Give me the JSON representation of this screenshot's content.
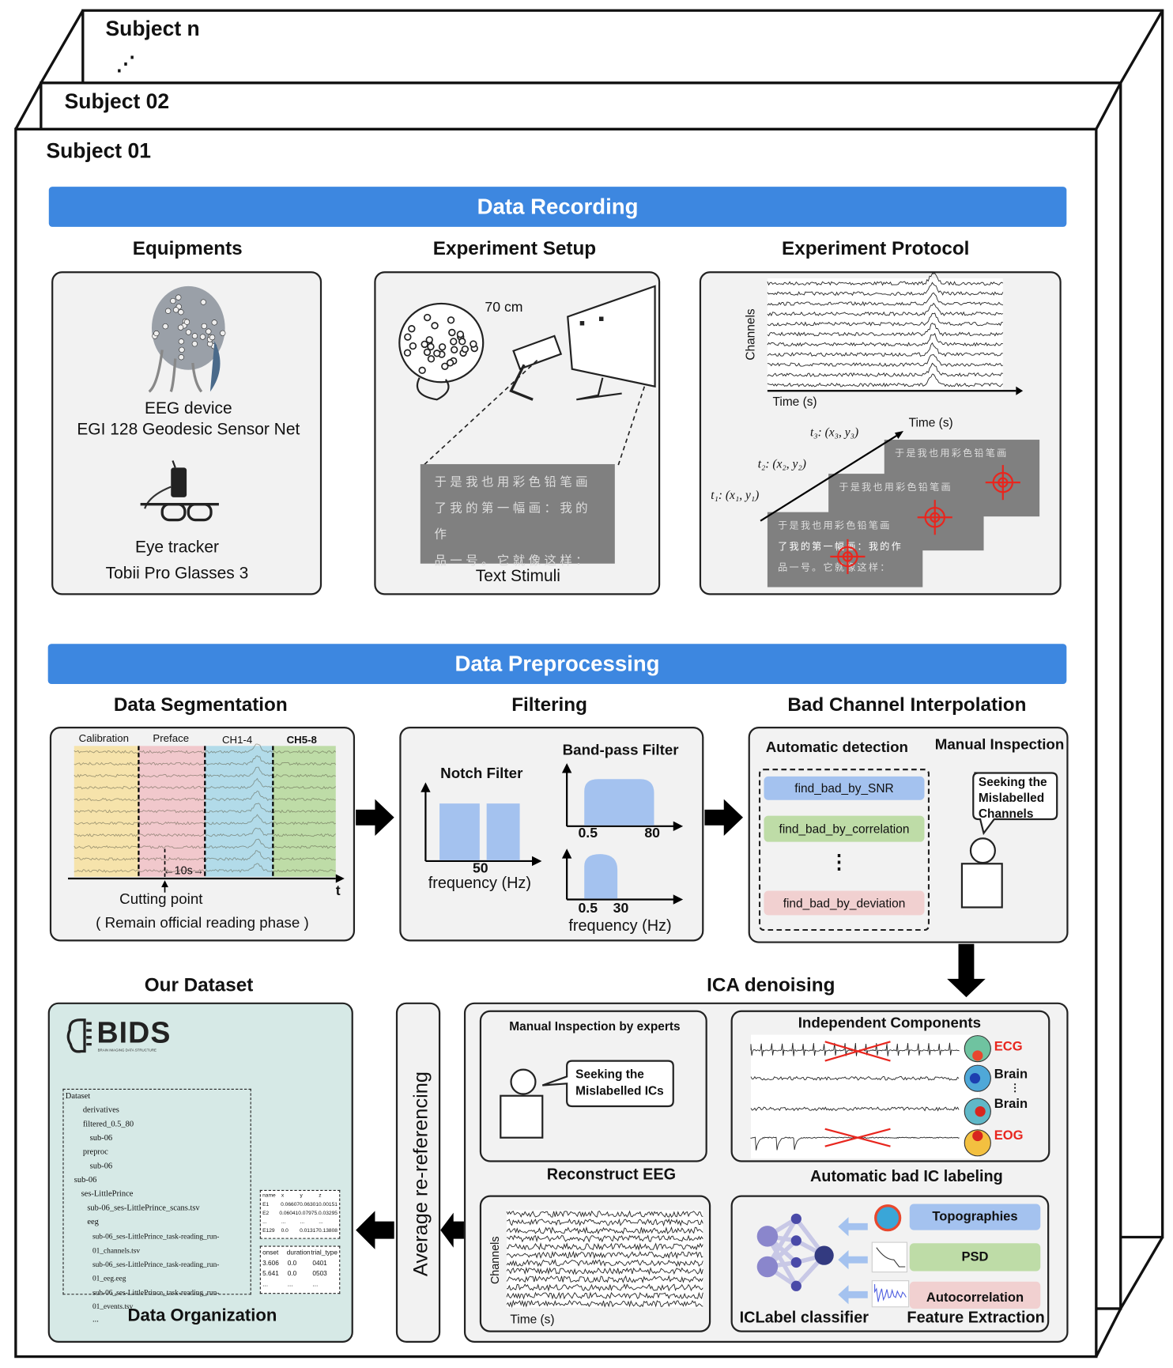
{
  "subjects": {
    "n": "Subject n",
    "dots": "⋰",
    "s02": "Subject 02",
    "s01": "Subject 01"
  },
  "recording": {
    "title": "Data Recording",
    "equipments": {
      "title": "Equipments",
      "eeg_line1": "EEG device",
      "eeg_line2": "EGI 128 Geodesic Sensor Net",
      "eye_line1": "Eye tracker",
      "eye_line2": "Tobii Pro Glasses 3"
    },
    "setup": {
      "title": "Experiment Setup",
      "distance": "70 cm",
      "stimuli_label": "Text Stimuli",
      "stimuli_lines": [
        "于是我也用彩色铅笔画",
        "了我的第一幅画：我的作",
        "品一号。它就像这样："
      ]
    },
    "protocol": {
      "title": "Experiment Protocol",
      "channels": "Channels",
      "time1": "Time (s)",
      "time2": "Time (s)",
      "t1": "t₁: (x₁, y₁)",
      "t2": "t₂: (x₂, y₂)",
      "t3": "t₃: (x₃, y₃)"
    }
  },
  "preprocessing": {
    "title": "Data Preprocessing",
    "segmentation": {
      "title": "Data Segmentation",
      "phases": [
        "Calibration",
        "Preface",
        "CH1-4",
        "CH5-8"
      ],
      "colors": [
        "#f6e3ab",
        "#f1c8cc",
        "#b2dbe9",
        "#bedca7"
      ],
      "interval": "←10s→",
      "t": "t",
      "cutting": "Cutting point",
      "note": "( Remain official reading phase )"
    },
    "filtering": {
      "title": "Filtering",
      "notch": "Notch Filter",
      "notch_freq": "50",
      "xlabel": "frequency (Hz)",
      "bandpass": "Band-pass Filter",
      "bp1_low": "0.5",
      "bp1_high": "80",
      "bp2_low": "0.5",
      "bp2_high": "30",
      "xlabel2": "frequency (Hz)"
    },
    "bad_channel": {
      "title": "Bad Channel Interpolation",
      "auto": "Automatic detection",
      "manual": "Manual Inspection",
      "snr": "find_bad_by_SNR",
      "corr": "find_bad_by_correlation",
      "dots": "⋮",
      "dev": "find_bad_by_deviation",
      "bubble": [
        "Seeking the",
        "Mislabelled",
        "Channels"
      ]
    }
  },
  "dataset": {
    "title": "Our Dataset",
    "logo": "BIDS",
    "logo_sub": "BRAIN IMAGING DATA STRUCTURE",
    "footer": "Data Organization",
    "tree": [
      "Dataset",
      "derivatives",
      "filtered_0.5_80",
      "sub-06",
      "preproc",
      "sub-06",
      "sub-06",
      "ses-LittlePrince",
      "sub-06_ses-LittlePrince_scans.tsv",
      "eeg",
      "sub-06_ses-LittlePrince_task-reading_run-01_channels.tsv",
      "sub-06_ses-LittlePrince_task-reading_run-01_eeg.eeg",
      "sub-06_ses-LittlePrince_task-reading_run-01_events.tsv",
      "..."
    ],
    "channels_table": [
      [
        "name",
        "x",
        "y",
        "z"
      ],
      [
        "E1",
        "0.06607",
        "0.06301",
        "0.00151"
      ],
      [
        "E2",
        "0.06041",
        "0.07975.",
        "0.03295"
      ],
      [
        "...",
        "...",
        "...",
        "..."
      ],
      [
        "E129",
        "0.0",
        "0.01317",
        "0.13808"
      ]
    ],
    "events_table": [
      [
        "onset",
        "duration",
        "trial_type"
      ],
      [
        "3.606",
        "0.0",
        "0401"
      ],
      [
        "5.641",
        "0.0",
        "0503"
      ],
      [
        "...",
        "...",
        "..."
      ]
    ]
  },
  "rereference": "Average  re-referencing",
  "ica": {
    "title": "ICA denoising",
    "manual_title": "Manual Inspection by experts",
    "bubble": [
      "Seeking the",
      "Mislabelled ICs"
    ],
    "ic_title": "Independent Components",
    "ic_labels": [
      "ECG",
      "Brain",
      "⋮",
      "Brain",
      "EOG"
    ],
    "bad_color": "#e8261e",
    "reconstruct": "Reconstruct EEG",
    "channels": "Channels",
    "time": "Time (s)",
    "auto_label": "Automatic bad IC labeling",
    "classifier": "ICLabel classifier",
    "features_title": "Feature Extraction",
    "features": [
      "Topographies",
      "PSD",
      "Autocorrelation"
    ],
    "feature_colors": [
      "#a4c2ef",
      "#bedca7",
      "#f1d0d0"
    ]
  }
}
